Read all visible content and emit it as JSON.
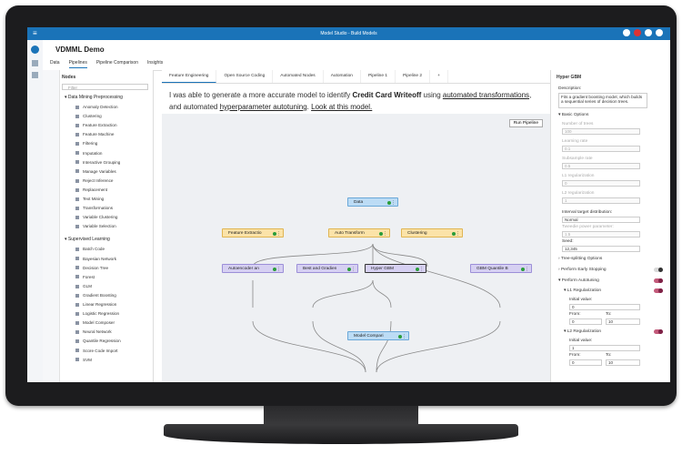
{
  "window_title": "Model Studio - Build Models",
  "project": {
    "title": "VDMML Demo"
  },
  "app_tabs": [
    "Data",
    "Pipelines",
    "Pipeline Comparison",
    "Insights"
  ],
  "nodes_panel": {
    "title": "Nodes",
    "search_placeholder": "Filter",
    "groups": [
      {
        "label": "Data Mining Preprocessing",
        "items": [
          "Anomaly Detection",
          "Clustering",
          "Feature Extraction",
          "Feature Machine",
          "Filtering",
          "Imputation",
          "Interactive Grouping",
          "Manage Variables",
          "Reject Inference",
          "Replacement",
          "Text Mining",
          "Transformations",
          "Variable Clustering",
          "Variable Selection"
        ]
      },
      {
        "label": "Supervised Learning",
        "items": [
          "Batch Code",
          "Bayesian Network",
          "Decision Tree",
          "Forest",
          "GLM",
          "Gradient Boosting",
          "Linear Regression",
          "Logistic Regression",
          "Model Composer",
          "Neural Network",
          "Quantile Regression",
          "Score Code Import",
          "SVM"
        ]
      }
    ]
  },
  "pipeline_tabs": [
    "Feature Engineering",
    "Open Source Coding",
    "Automated Nodes",
    "Automation",
    "Pipeline 1",
    "Pipeline 2"
  ],
  "annotation": {
    "p1": "I was able to generate a more accurate model to identify ",
    "b1": "Credit Card Writeoff",
    "p2": " using ",
    "u1": "automated transformations",
    "p3": ", and automated ",
    "u2": "hyperparameter autotuning",
    "p4": ". ",
    "u3": "Look at this model."
  },
  "run_pipeline_label": "Run Pipeline",
  "pipeline_nodes": {
    "data": "Data",
    "feature_extraction": "Feature Extractio",
    "auto_transform": "Auto Transform",
    "clustering": "Clustering",
    "autoencoder": "Autoencoder an",
    "best_and_gradient": "Best and Gradien",
    "hyper_gbm": "Hyper GBM",
    "gbm_quantile": "GBM Quantile B",
    "model_comparison": "Model Compari"
  },
  "properties": {
    "title": "Hyper GBM",
    "description_label": "Description:",
    "description": "Fits a gradient boosting model, which builds a sequential series of decision trees.",
    "basic_options": "Basic Options",
    "fields": [
      {
        "label": "Number of trees",
        "value": "100"
      },
      {
        "label": "Learning rate",
        "value": "0.1"
      },
      {
        "label": "Subsample rate",
        "value": "0.5"
      },
      {
        "label": "L1 regularization",
        "value": "0"
      },
      {
        "label": "L2 regularization",
        "value": "1"
      }
    ],
    "interval_target_label": "Interval target distribution:",
    "interval_target_value": "Normal",
    "tweedie_label": "Tweedie power parameter:",
    "tweedie_value": "1.5",
    "seed_label": "Seed:",
    "seed_value": "12,345",
    "tree_splitting": "Tree-splitting Options",
    "early_stopping": "Perform Early Stopping",
    "autotuning": "Perform Autotuning",
    "l1_reg": "L1 Regularization",
    "l2_reg": "L2 Regularization",
    "initial_value": "Initial value:",
    "from": "From:",
    "to": "To:",
    "l1_initial": "0",
    "l1_from": "0",
    "l1_to": "10",
    "l2_initial": "1",
    "l2_from": "0",
    "l2_to": "10",
    "early_stopping_on": false,
    "autotuning_on": true,
    "l1_on": true,
    "l2_on": true
  },
  "colors": {
    "brand_bar": "#1a73b8",
    "data_node": "#bcdcf5",
    "transform_node": "#fbe3a8",
    "model_node": "#d6d0f2",
    "toggle_on": "#c35a7a"
  }
}
